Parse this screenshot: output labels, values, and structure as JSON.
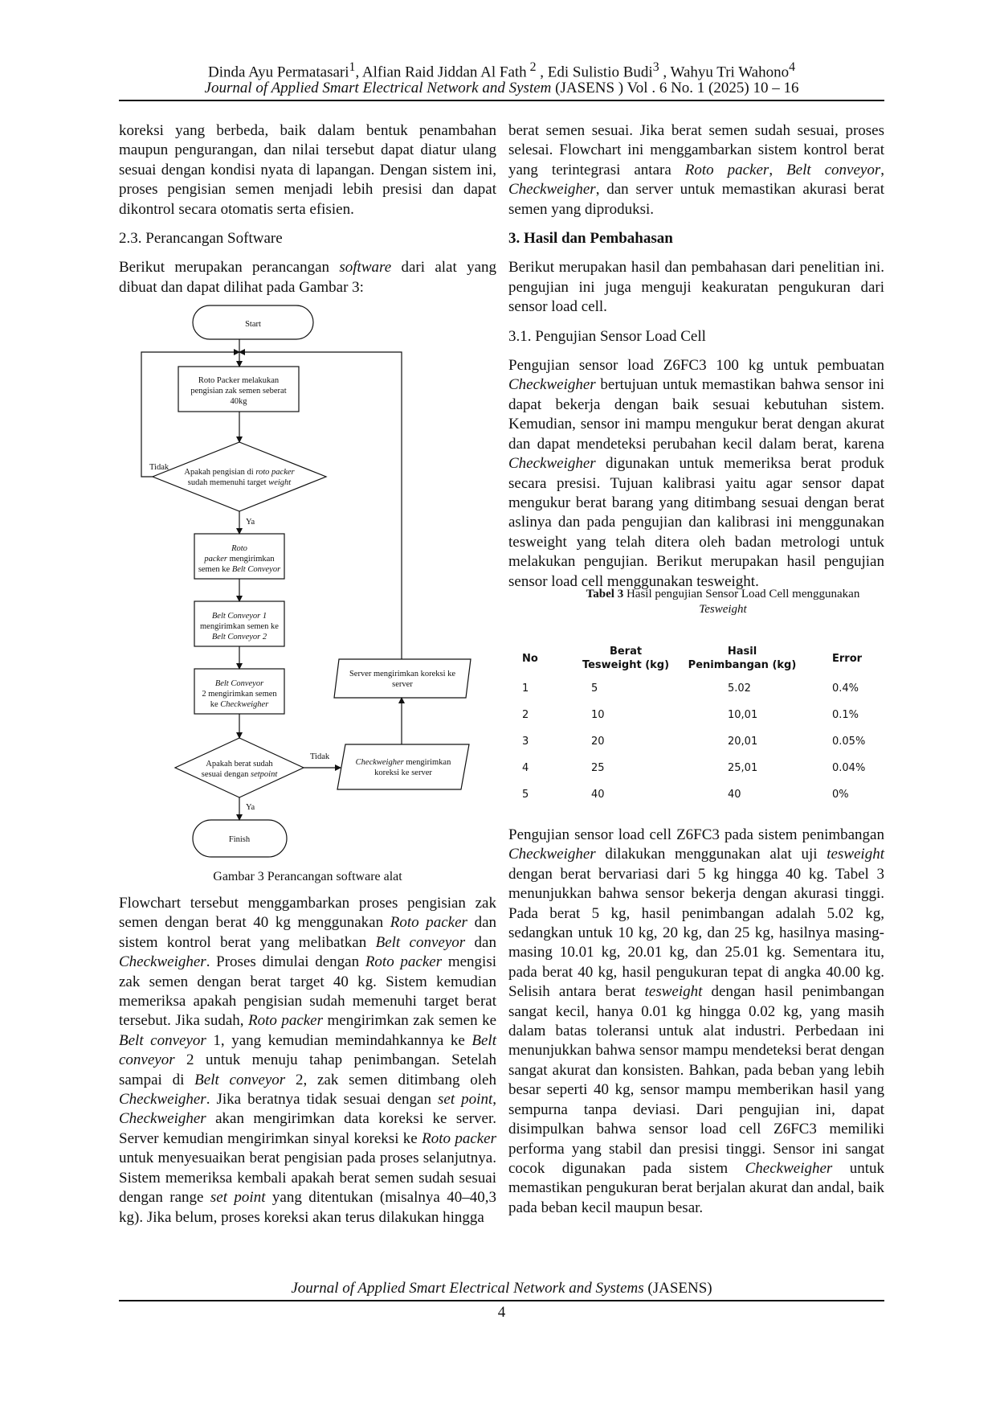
{
  "header": {
    "authors_html": "Dinda Ayu Permatasari<sup>1</sup>, Alfian Raid Jiddan Al Fath<sup> 2</sup> , Edi Sulistio Budi<sup>3</sup> , Wahyu Tri Wahono<sup>4</sup>",
    "journal_html": "<i>Journal of Applied Smart Electrical Network and System</i> (JASENS ) Vol . 6 No. 1 (2025) 10 – 16"
  },
  "left": {
    "intro_html": "koreksi yang berbeda, baik dalam bentuk penambahan maupun pengurangan, dan nilai tersebut dapat diatur ulang sesuai dengan kondisi nyata di lapangan. Dengan sistem ini, proses pengisian semen menjadi lebih presisi dan dapat dikontrol secara otomatis serta efisien.",
    "section_heading": "2.3. Perancangan Software",
    "section_text_html": "Berikut merupakan perancangan <i>software</i> dari alat yang dibuat dan dapat dilihat pada Gambar 3:",
    "figure_caption": "Gambar 3 Perancangan software alat",
    "body_html": "Flowchart tersebut menggambarkan proses pengisian zak semen dengan berat 40 kg menggunakan <i>Roto packer</i> dan sistem kontrol berat yang melibatkan <i>Belt conveyor</i> dan <i>Checkweigher</i>. Proses dimulai dengan <i>Roto packer</i> mengisi zak semen dengan berat target 40 kg. Sistem kemudian memeriksa apakah pengisian sudah memenuhi target berat tersebut. Jika sudah, <i>Roto packer</i> mengirimkan zak semen ke <i>Belt conveyor</i> 1, yang kemudian memindahkannya ke <i>Belt conveyor</i> 2 untuk menuju tahap penimbangan. Setelah sampai di <i>Belt conveyor</i> 2, zak semen ditimbang oleh <i>Checkweigher</i>. Jika beratnya tidak sesuai dengan <i>set point</i>, <i>Checkweigher</i> akan mengirimkan data koreksi ke server. Server kemudian mengirimkan sinyal koreksi ke <i>Roto packer</i> untuk menyesuaikan berat pengisian pada proses selanjutnya. Sistem memeriksa kembali apakah berat semen sudah sesuai dengan range <i>set point</i> yang ditentukan (misalnya 40–40,3 kg). Jika belum, proses koreksi akan terus dilakukan hingga"
  },
  "right": {
    "top_html": "berat semen sesuai. Jika berat semen sudah sesuai, proses selesai. Flowchart ini menggambarkan sistem kontrol berat yang terintegrasi antara <i>Roto packer</i>, <i>Belt conveyor</i>, <i>Checkweigher</i>, dan server untuk memastikan akurasi berat semen yang diproduksi.",
    "heading": "3.   Hasil dan Pembahasan",
    "intro": "Berikut merupakan hasil dan pembahasan dari penelitian ini. pengujian ini juga menguji keakuratan pengukuran dari sensor load cell.",
    "subheading": "3.1. Pengujian Sensor Load Cell",
    "sensor_html": "Pengujian sensor load Z6FC3 100 kg untuk pembuatan <i>Checkweigher</i> bertujuan untuk memastikan bahwa sensor ini dapat bekerja dengan baik sesuai kebutuhan sistem. Kemudian, sensor ini mampu mengukur berat dengan akurat dan dapat mendeteksi perubahan kecil dalam berat, karena <i>Checkweigher</i> digunakan untuk memeriksa berat produk secara presisi. Tujuan kalibrasi yaitu agar sensor dapat mengukur berat barang yang ditimbang sesuai dengan berat aslinya dan pada pengujian dan kalibrasi ini menggunakan tesweight yang telah ditera oleh badan metrologi untuk melakukan pengujian. Berikut merupakan hasil pengujian sensor load cell menggunakan tesweight.",
    "table_caption_html": "<b>Tabel 3</b> Hasil pengujian Sensor Load Cell menggunakan <i>Tesweight</i>",
    "table": {
      "headers": [
        "No",
        "Berat\nTesweight (kg)",
        "Hasil\nPenimbangan (kg)",
        "Error"
      ],
      "rows": [
        [
          "1",
          "5",
          "5.02",
          "0.4%"
        ],
        [
          "2",
          "10",
          "10,01",
          "0.1%"
        ],
        [
          "3",
          "20",
          "20,01",
          "0.05%"
        ],
        [
          "4",
          "25",
          "25,01",
          "0.04%"
        ],
        [
          "5",
          "40",
          "40",
          "0%"
        ]
      ]
    },
    "bottom_html": "Pengujian sensor load cell Z6FC3 pada sistem penimbangan <i>Checkweigher</i> dilakukan menggunakan alat uji <i>tesweight</i> dengan berat bervariasi dari 5 kg hingga 40 kg. Tabel 3 menunjukkan bahwa sensor bekerja dengan akurasi tinggi. Pada berat 5 kg, hasil penimbangan adalah 5.02 kg, sedangkan untuk 10 kg, 20 kg, dan 25 kg, hasilnya masing-masing 10.01 kg, 20.01 kg, dan 25.01 kg. Sementara itu, pada berat 40 kg, hasil pengukuran tepat di angka 40.00 kg. Selisih antara berat <i>tesweight</i> dengan hasil penimbangan sangat kecil, hanya 0.01 kg hingga 0.02 kg, yang masih dalam batas toleransi untuk alat industri. Perbedaan ini menunjukkan bahwa sensor mampu mendeteksi berat dengan sangat akurat dan konsisten. Bahkan, pada beban yang lebih besar seperti 40 kg, sensor mampu memberikan hasil yang sempurna tanpa deviasi. Dari pengujian ini, dapat disimpulkan bahwa sensor load cell Z6FC3 memiliki performa yang stabil dan presisi tinggi. Sensor ini sangat cocok digunakan pada sistem <i>Checkweigher</i> untuk memastikan pengukuran berat berjalan akurat dan andal, baik pada beban kecil maupun besar."
  },
  "flowchart": {
    "start": "Start",
    "roto_fill": [
      "Roto Packer melakukan",
      "pengisian zak semen seberat",
      "40kg"
    ],
    "decision1_html": [
      "Apakah pengisian di <tspan font-style=\"italic\">roto packer</tspan>",
      "sudah memenuhi target <tspan font-style=\"italic\">weight</tspan>"
    ],
    "tidak": "Tidak",
    "ya": "Ya",
    "roto_send_html": [
      "<tspan font-style=\"italic\">Roto</tspan>",
      "<tspan font-style=\"italic\">packer</tspan> mengirimkan",
      "semen ke <tspan font-style=\"italic\">Belt Conveyor</tspan>"
    ],
    "belt1_html": [
      "<tspan font-style=\"italic\">Belt Conveyor 1</tspan>",
      "mengirimkan semen ke",
      "<tspan font-style=\"italic\">Belt Conveyor 2</tspan>"
    ],
    "belt2_html": [
      "<tspan font-style=\"italic\">Belt Conveyor</tspan>",
      "2 mengirimkan semen",
      "ke <tspan font-style=\"italic\">Checkweigher</tspan>"
    ],
    "decision2_html": [
      "Apakah berat sudah",
      "sesuai dengan <tspan font-style=\"italic\">setpoint</tspan>"
    ],
    "checkweigher_html": [
      "<tspan font-style=\"italic\">Checkweigher</tspan> mengirimkan",
      "koreksi ke server"
    ],
    "server": [
      "Server mengirimkan koreksi ke",
      "server"
    ],
    "finish": "Finish"
  },
  "footer": {
    "journal_html": "<i>Journal of Applied Smart Electrical Network and Systems</i> (JASENS)",
    "page": "4"
  }
}
